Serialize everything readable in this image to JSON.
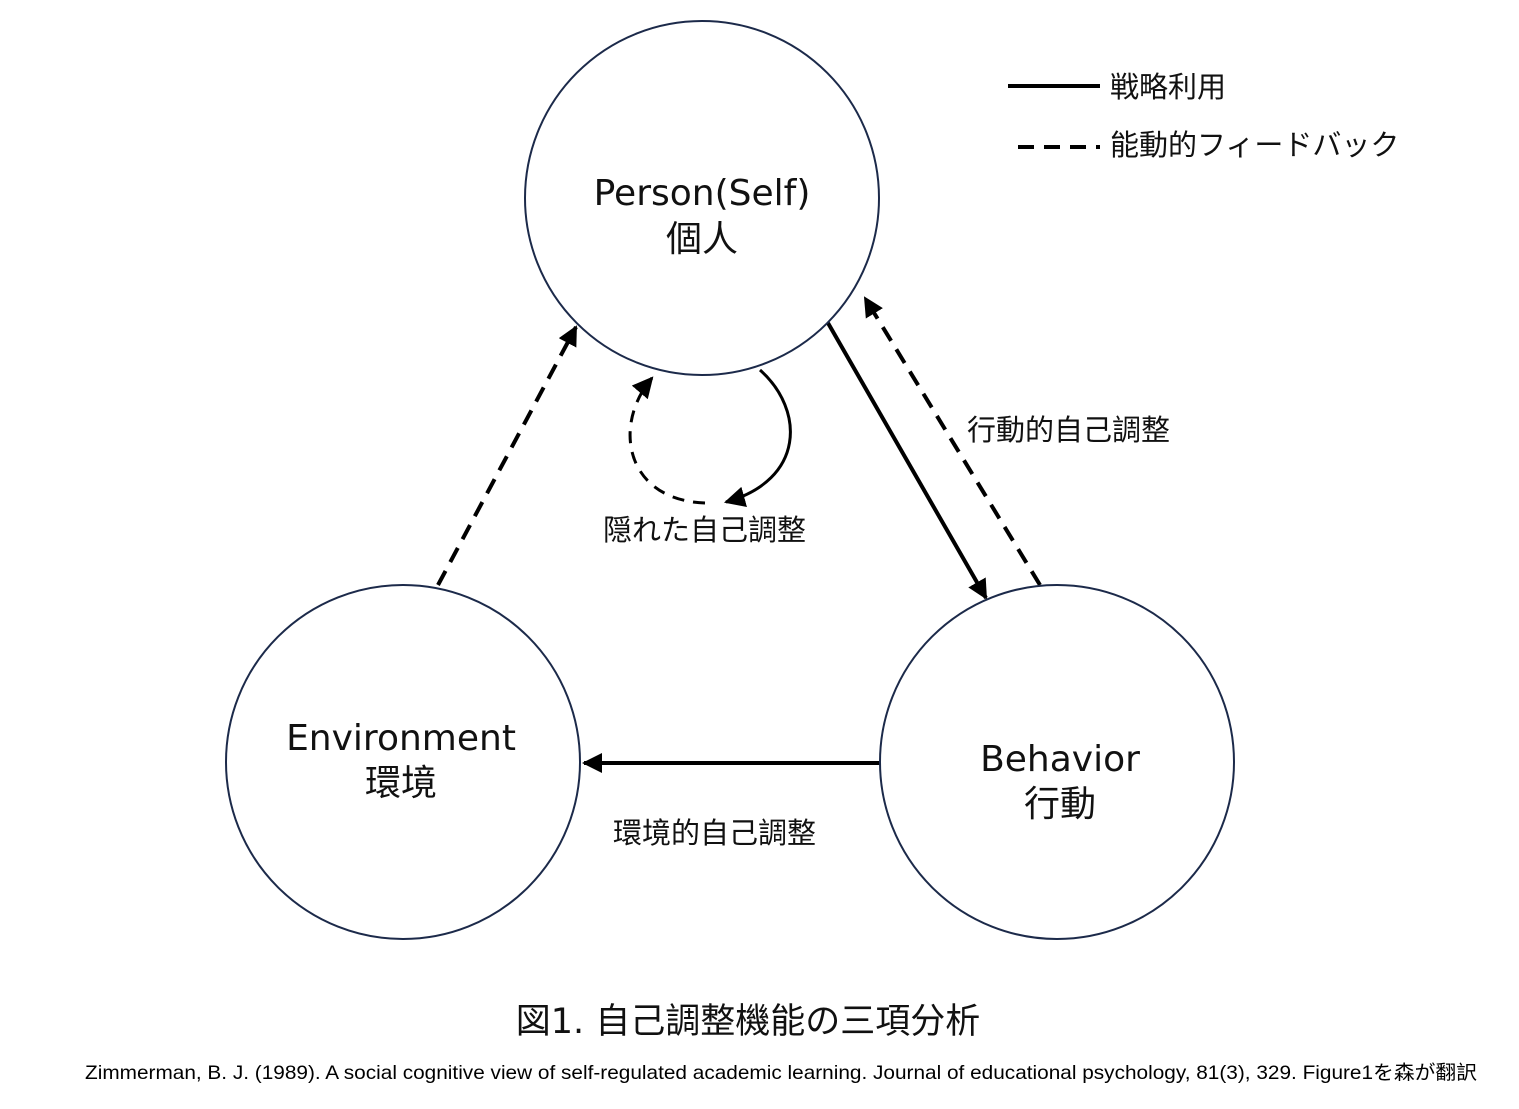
{
  "legend": {
    "solid_label": "戦略利用",
    "dashed_label": "能動的フィードバック"
  },
  "nodes": {
    "person": {
      "en": "Person(Self)",
      "ja": "個人"
    },
    "environment": {
      "en": "Environment",
      "ja": "環境"
    },
    "behavior": {
      "en": "Behavior",
      "ja": "行動"
    }
  },
  "annotations": {
    "behavioral": "行動的自己調整",
    "covert": "隠れた自己調整",
    "environmental": "環境的自己調整"
  },
  "caption": {
    "title": "図1. 自己調整機能の三項分析",
    "citation": "Zimmerman, B. J. (1989). A social cognitive view of self-regulated academic learning. Journal of educational psychology, 81(3), 329. Figure1を森が翻訳"
  }
}
